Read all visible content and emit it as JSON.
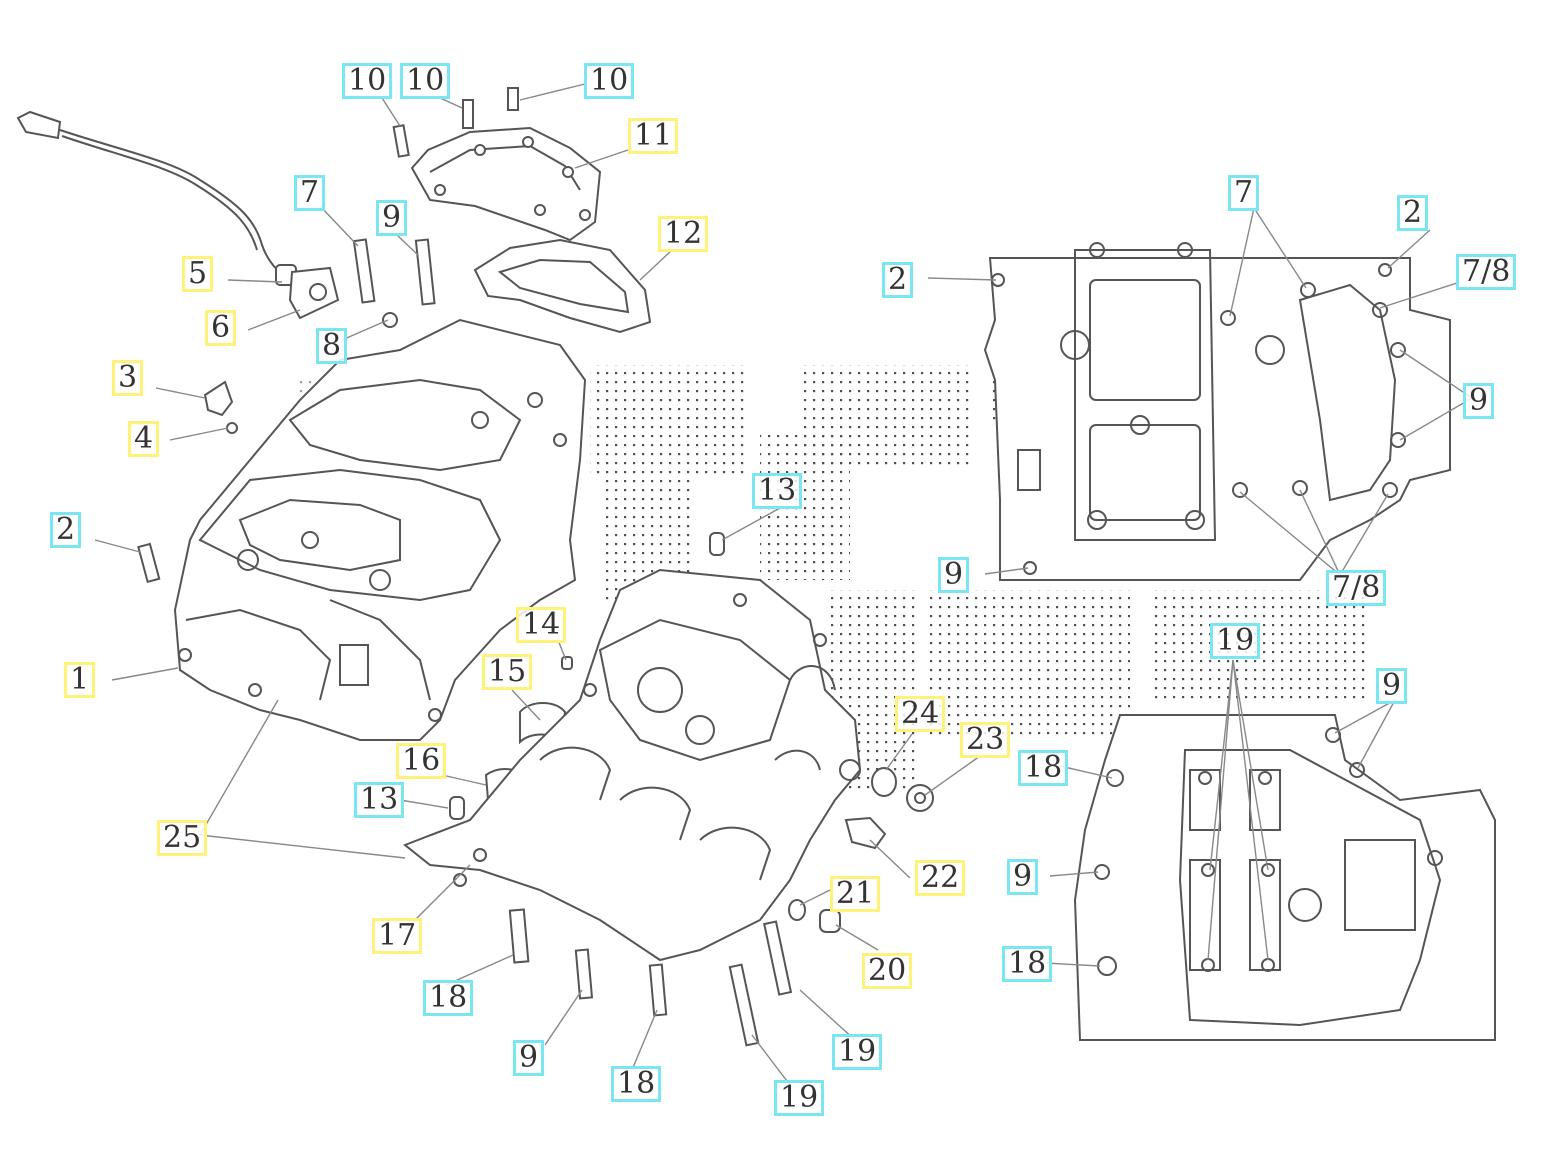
{
  "colors": {
    "label_border_yellow": "#fff27a",
    "label_border_cyan": "#79e6f2",
    "line_art": "#555555",
    "watermark_dots": "#3a3a3a"
  },
  "labels": {
    "l10a": "10",
    "l10b": "10",
    "l10c": "10",
    "l11": "11",
    "l7a": "7",
    "l9a": "9",
    "l12": "12",
    "l5": "5",
    "l6": "6",
    "l8": "8",
    "l3": "3",
    "l4": "4",
    "l2a": "2",
    "l1": "1",
    "l13a": "13",
    "l14": "14",
    "l15": "15",
    "l16": "16",
    "l13b": "13",
    "l25": "25",
    "l17": "17",
    "l24": "24",
    "l23": "23",
    "l22": "22",
    "l21": "21",
    "l20": "20",
    "l18a": "18",
    "l9b": "9",
    "l18b": "18",
    "l19a": "19",
    "l19b": "19",
    "r7": "7",
    "r2a": "2",
    "r2b": "2",
    "r78a": "7/8",
    "r9a": "9",
    "r9b": "9",
    "r78b": "7/8",
    "r19": "19",
    "r9c": "9",
    "r18a": "18",
    "r9d": "9",
    "r18b": "18"
  }
}
